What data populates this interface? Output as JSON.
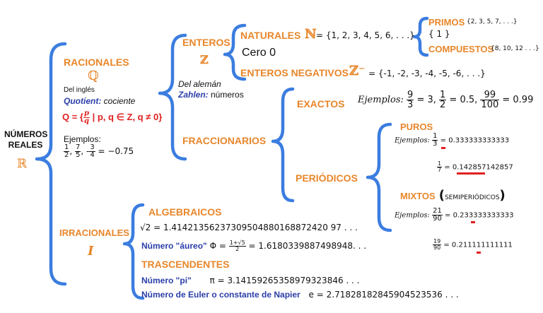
{
  "root": {
    "title": "NÚMEROS REALES",
    "symbol": "ℝ"
  },
  "racionales": {
    "title": "RACIONALES",
    "symbol": "ℚ",
    "origin_line1": "Del inglés",
    "origin_word": "Quotient:",
    "origin_meaning": " cociente",
    "definition": "Q = { p/q | p, q ∈ Z, q ≠ 0}",
    "examples_label": "Ejemplos:",
    "examples_tail": " = −0.75"
  },
  "enteros": {
    "title": "ENTEROS",
    "symbol": "ℤ",
    "origin_line1": "Del alemán",
    "origin_word": "Zahlen:",
    "origin_meaning": " números",
    "naturales": {
      "title": "NATURALES",
      "symbol": "ℕ",
      "set": "= {1, 2, 3, 4, 5, 6, . . .}"
    },
    "cero": "Cero 0",
    "negativos": {
      "title": "ENTEROS NEGATIVOS",
      "symbol": "ℤ⁻",
      "set": "= {-1, -2, -3, -4, -5, -6, . . .}"
    },
    "primos": {
      "title": "PRIMOS",
      "set": "{2, 3, 5, 7, . . .}"
    },
    "uno": "{ 1 }",
    "compuestos": {
      "title": "COMPUESTOS",
      "set": "{8, 10, 12 . . .}"
    }
  },
  "fraccionarios": {
    "title": "FRACCIONARIOS",
    "exactos": {
      "title": "EXACTOS",
      "label": "Ejemplos:",
      "t1": " = 3,",
      "t2": " = 0.5,",
      "t3": " = 0.99"
    },
    "periodicos": {
      "title": "PERIÓDICOS",
      "puros": {
        "title": "PUROS",
        "label": "Ejemplos:",
        "d1": " = 0.333333333333",
        "d2": " = 0.142857142857"
      },
      "mixtos": {
        "title": "MIXTOS",
        "paren_open": "(",
        "sub": "SEMIPERIÓDICOS",
        "paren_close": ")",
        "label": "Ejemplos:",
        "d1": " = 0.233333333333",
        "d2": " = 0.211111111111"
      }
    }
  },
  "irracionales": {
    "title": "IRRACIONALES",
    "symbol": "I",
    "algebraicos": {
      "title": "ALGEBRAICOS",
      "sqrt2": "√2 = 1.41421356237309504880168872420 97 . . .",
      "aureo_label": "Número \"áureo\"",
      "aureo_value": "Φ = ",
      "aureo_tail": " = 1.6180339887498948. . ."
    },
    "trascendentes": {
      "title": "TRASCENDENTES",
      "pi_label": "Número \"pi\"",
      "pi_value": "π = 3.14159265358979323846 . . .",
      "euler_label": "Número de Euler o constante de Napier",
      "euler_value": "e = 2.71828182845904523536 . . ."
    }
  },
  "colors": {
    "orange": "#e8862a",
    "blue_brace": "#3b7de0",
    "navy": "#2a3ea8",
    "red": "#e02020"
  }
}
